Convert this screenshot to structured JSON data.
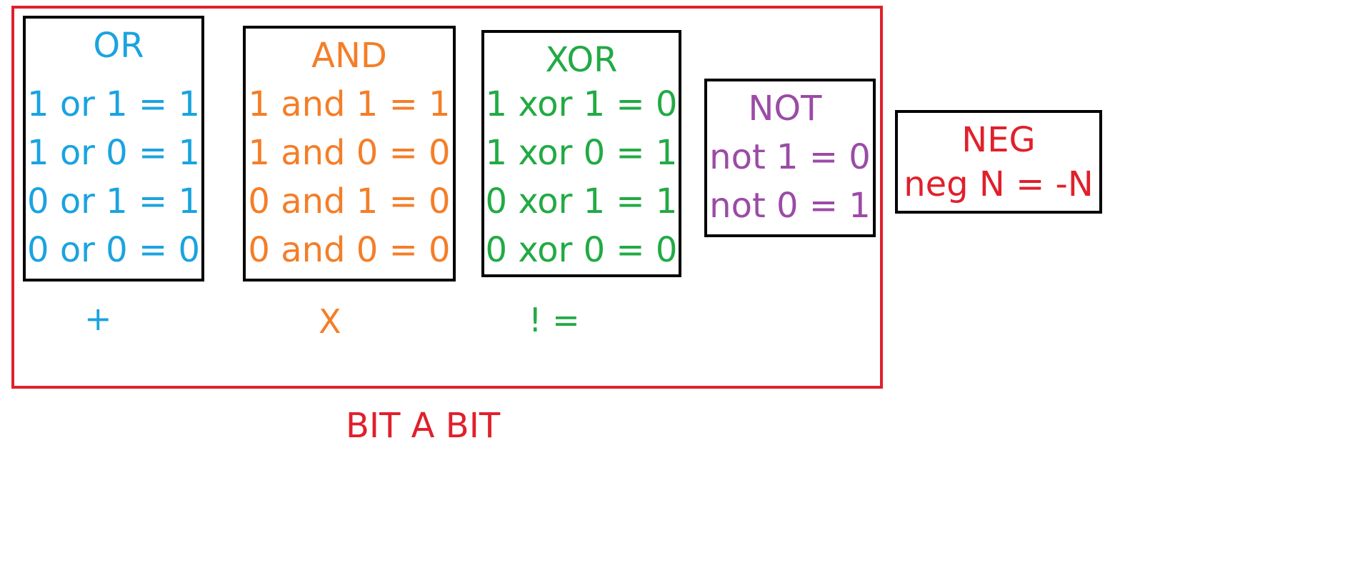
{
  "colors": {
    "or": "#1aa3e0",
    "and": "#f47e28",
    "xor": "#22aa44",
    "not": "#9b4ba6",
    "neg": "#e0202c",
    "group": "#e0202c",
    "box_border": "#000000"
  },
  "group": {
    "label": "BIT A BIT"
  },
  "or_box": {
    "title": "OR",
    "lines": [
      "1 or 1 = 1",
      "1 or 0 = 1",
      "0 or 1 = 1",
      "0 or 0 = 0"
    ],
    "symbol": "+"
  },
  "and_box": {
    "title": "AND",
    "lines": [
      "1 and 1 = 1",
      "1 and 0 = 0",
      "0 and 1 = 0",
      "0 and 0 = 0"
    ],
    "symbol": "X"
  },
  "xor_box": {
    "title": "XOR",
    "lines": [
      "1 xor 1 = 0",
      "1 xor 0 = 1",
      "0 xor 1 = 1",
      "0 xor 0 = 0"
    ],
    "symbol": "! ="
  },
  "not_box": {
    "title": "NOT",
    "lines": [
      "not 1 = 0",
      "not 0 = 1"
    ]
  },
  "neg_box": {
    "title": "NEG",
    "lines": [
      "neg N = -N"
    ]
  }
}
